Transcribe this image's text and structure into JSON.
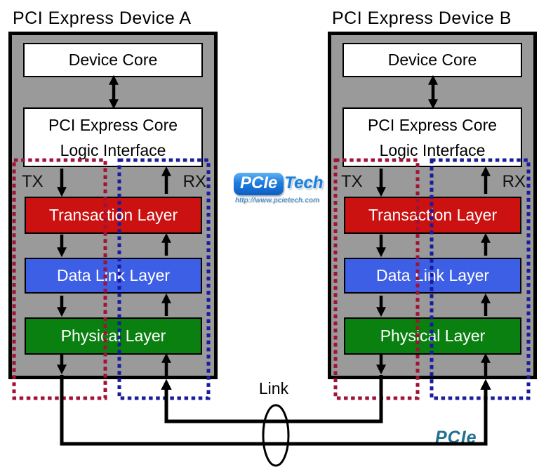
{
  "devices": [
    {
      "title": "PCI Express Device A",
      "core_label": "Device Core",
      "interface_line1": "PCI Express Core",
      "interface_line2": "Logic Interface",
      "tx_label": "TX",
      "rx_label": "RX",
      "layers": [
        {
          "label": "Transaction Layer"
        },
        {
          "label": "Data Link Layer"
        },
        {
          "label": "Physical Layer"
        }
      ]
    },
    {
      "title": "PCI Express Device B",
      "core_label": "Device Core",
      "interface_line1": "PCI Express Core",
      "interface_line2": "Logic Interface",
      "tx_label": "TX",
      "rx_label": "RX",
      "layers": [
        {
          "label": "Transaction Layer"
        },
        {
          "label": "Data Link Layer"
        },
        {
          "label": "Physical Layer"
        }
      ]
    }
  ],
  "link_label": "Link",
  "logo": {
    "brand_primary": "PCIe",
    "brand_secondary": "Tech",
    "url": "http://www.pcietech.com"
  },
  "watermark_text": "PCIe",
  "colors": {
    "device_fill": "#9a9a9a",
    "transaction_layer": "#cc1111",
    "data_link_layer": "#3d5fe6",
    "physical_layer": "#0a8010",
    "tx_boundary": "#a01236",
    "rx_boundary": "#1b1b9f",
    "logo_blue": "#1e7ed8",
    "url_blue": "#2a85cc",
    "watermark_teal": "#20708f"
  }
}
